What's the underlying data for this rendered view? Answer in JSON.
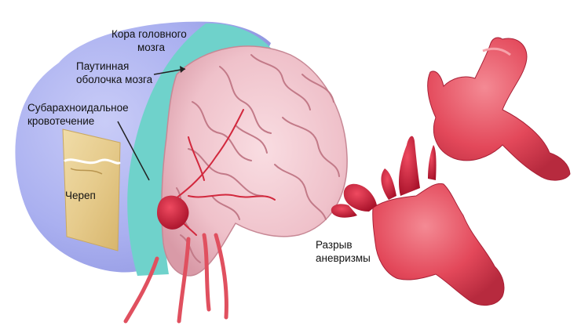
{
  "labels": {
    "cortex": [
      "Кора головного",
      "мозга"
    ],
    "arachnoid": [
      "Паутинная",
      "оболочка мозга"
    ],
    "subarachnoid_hemorrhage": [
      "Субарахноидальное",
      "кровотечение"
    ],
    "skull": "Череп",
    "aneurysm_rupture": [
      "Разрыв",
      "аневризмы"
    ]
  },
  "colors": {
    "head": "#a8adf0",
    "arachnoid_layer": "#64cdc6",
    "brain": "#f0c0c8",
    "blood": "#d41f3a",
    "vessel": "#e8505c",
    "skull_patch": "#e3c98a",
    "background": "#ffffff"
  }
}
